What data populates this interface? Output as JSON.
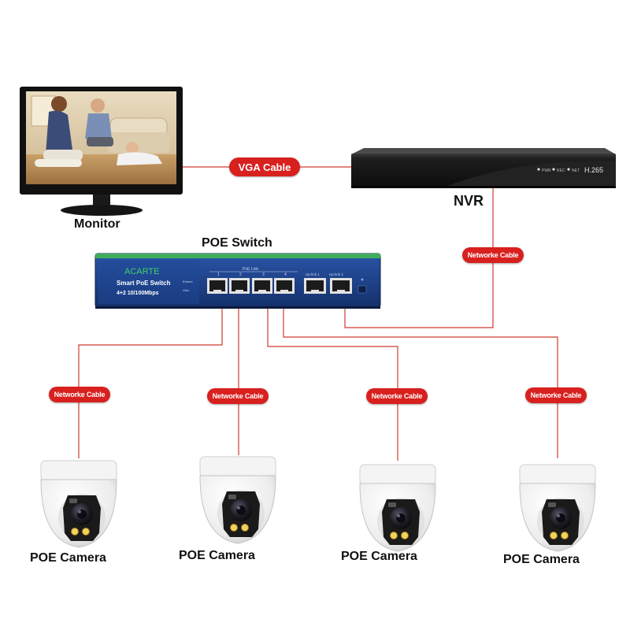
{
  "labels": {
    "monitor": "Monitor",
    "nvr": "NVR",
    "poe_switch": "POE Switch",
    "camera_1": "POE Camera",
    "camera_2": "POE Camera",
    "camera_3": "POE Camera",
    "camera_4": "POE Camera"
  },
  "cables": {
    "vga": "VGA Cable",
    "nvr_network": "Networke Cable",
    "camera_1": "Networke Cable",
    "camera_2": "Networke Cable",
    "camera_3": "Networke Cable",
    "camera_4": "Networke Cable"
  },
  "switch_device": {
    "brand": "ACARTE",
    "model": "Smart PoE Switch",
    "spec": "4+2 10/100Mbps",
    "group_label": "PoE Link",
    "port_numbers": [
      "1",
      "2",
      "3",
      "4"
    ],
    "uplink_1": "Up-link 1",
    "uplink_2": "Up-link 2",
    "indicator_1": "Extend",
    "indicator_2": "Vlan"
  },
  "nvr_device": {
    "badge": "H.265",
    "indicators": [
      "PWR",
      "REC",
      "NET"
    ]
  },
  "colors": {
    "cable_line": "#d03a30",
    "pill": "#d8201e",
    "switch_body": "#1c3f86",
    "switch_stripe": "#3fae5a",
    "nvr_body": "#1c1c1c"
  }
}
